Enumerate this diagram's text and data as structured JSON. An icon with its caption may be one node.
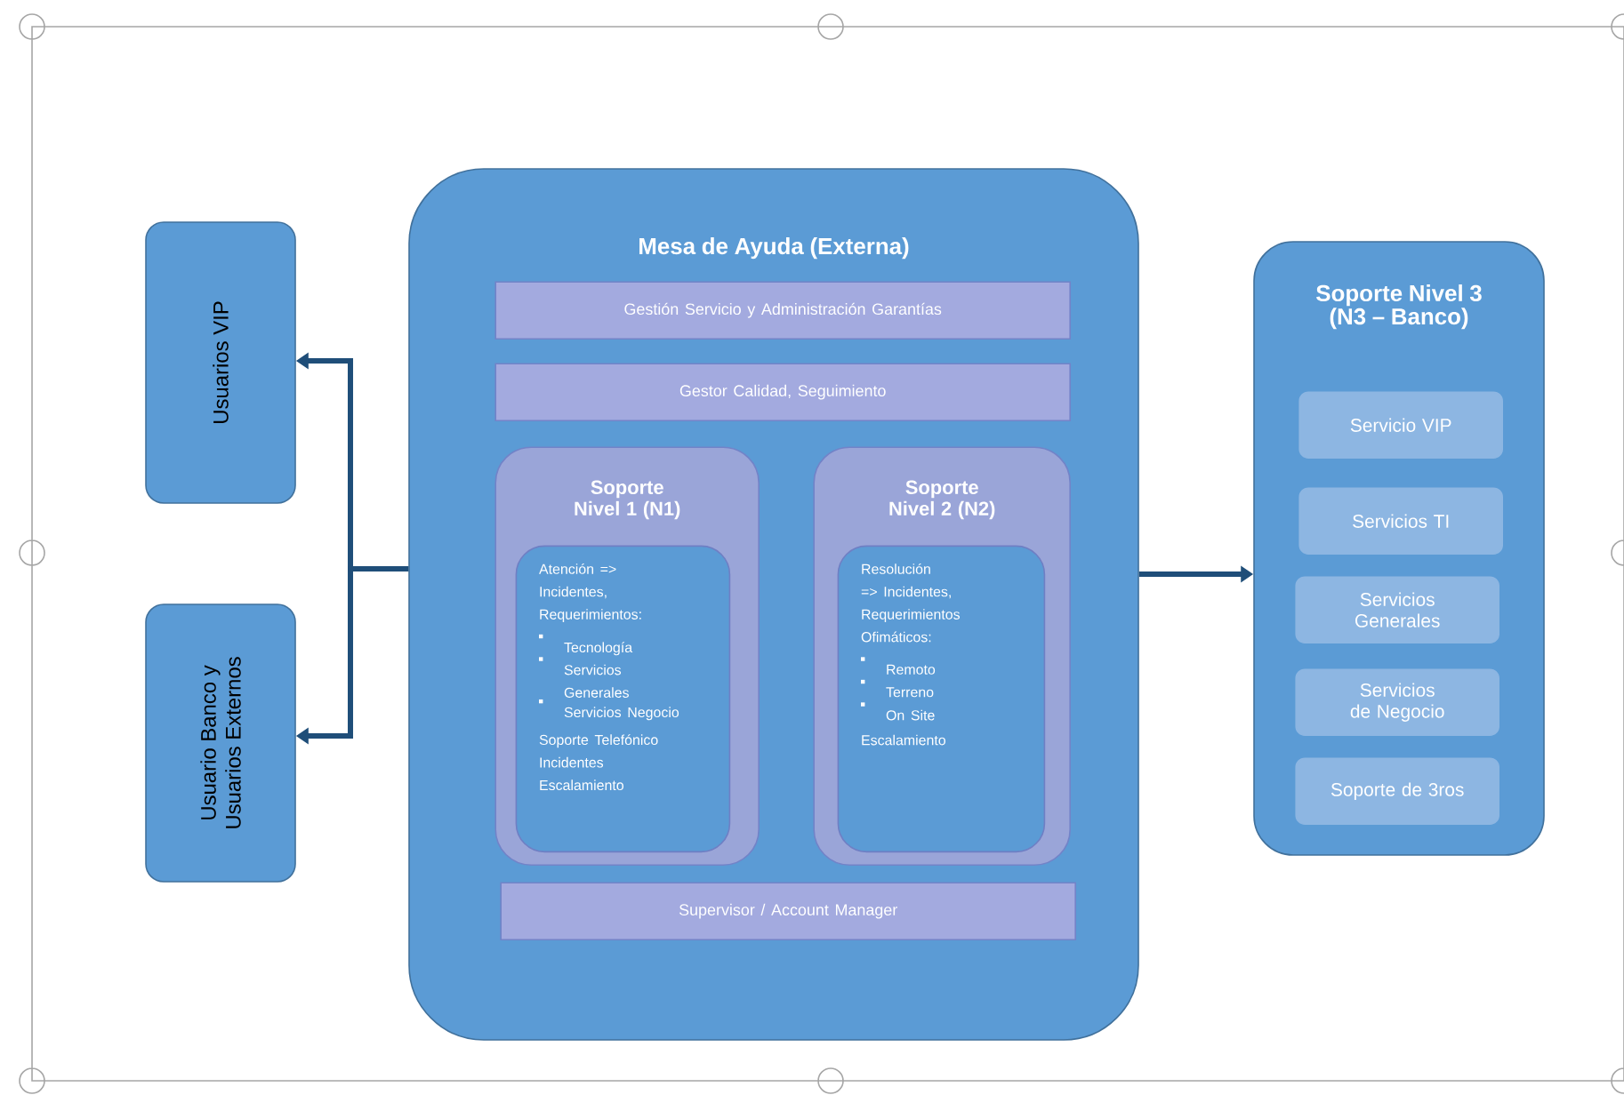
{
  "diagram": {
    "nodes": [
      {
        "text": [
          "Usuarios VIP"
        ]
      },
      {
        "text": [
          "Usuario Banco y Usuarios Externos"
        ]
      },
      {
        "text": [
          "Mesa de Ayuda (Externa)"
        ]
      },
      {
        "text": [
          "Gestión Servicio y Administración Garantías"
        ],
        "in": 2
      },
      {
        "text": [
          "Gestor Calidad, Seguimiento"
        ],
        "in": 2
      },
      {
        "text": [
          "Soporte Nivel 1 (N1)"
        ],
        "in": 2
      },
      {
        "text": [
          "Atención => Incidentes, Requerimientos:",
          "Tecnología",
          "Servicios Generales",
          "Servicios Negocio",
          "Soporte Telefónico Incidentes Escalamiento"
        ],
        "in": 5
      },
      {
        "text": [
          "Soporte Nivel 2 (N2)"
        ],
        "in": 2
      },
      {
        "text": [
          "Resolución => Incidentes, Requerimientos Ofimáticos:",
          "Remoto",
          "Terreno",
          "On Site",
          "Escalamiento"
        ],
        "in": 7
      },
      {
        "text": [
          "Supervisor / Account Manager"
        ],
        "in": 2
      },
      {
        "text": [
          "Soporte Nivel 3 (N3 – Banco)"
        ]
      },
      {
        "text": [
          "Servicio VIP"
        ],
        "in": 10
      },
      {
        "text": [
          "Servicios TI"
        ],
        "in": 10
      },
      {
        "text": [
          "Servicios Generales"
        ],
        "in": 10
      },
      {
        "text": [
          "Servicios de Negocio"
        ],
        "in": 10
      },
      {
        "text": [
          "Soporte de 3ros"
        ],
        "in": 10
      }
    ],
    "edges": [
      {
        "from": 2,
        "to": 0,
        "arrow": "to"
      },
      {
        "from": 2,
        "to": 1,
        "arrow": "to"
      },
      {
        "from": 2,
        "to": 10,
        "arrow": "to"
      }
    ]
  }
}
